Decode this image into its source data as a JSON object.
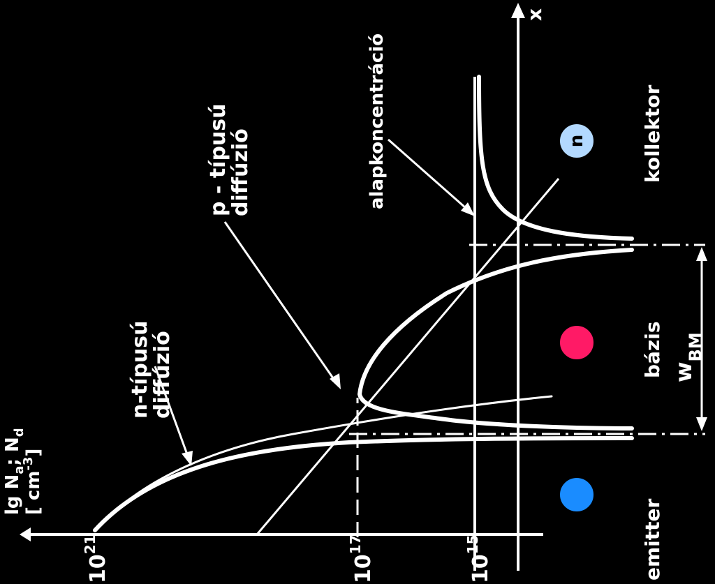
{
  "labels": {
    "y_axis_line1": "lg N",
    "y_axis_sub_a": "a",
    "y_axis_sep": "; N",
    "y_axis_sub_d": "d",
    "y_axis_unit_open": "[ cm",
    "y_axis_unit_exp": "-3",
    "y_axis_unit_close": "]",
    "x_axis": "x",
    "n_diffusion_line1": "n-típusú",
    "n_diffusion_line2": "diffúzió",
    "p_diffusion_line1": "p - típusú",
    "p_diffusion_line2": "diffúzió",
    "background_concentration": "alapkoncentráció",
    "tick_1e21_base": "10",
    "tick_1e21_exp": "21",
    "tick_1e17_base": "10",
    "tick_1e17_exp": "17",
    "tick_1e15_base": "10",
    "tick_1e15_exp": "15",
    "emitter": "emitter",
    "base": "bázis",
    "collector": "kollektor",
    "width": "w",
    "width_sub": "BM",
    "collector_carrier": "n"
  },
  "colors": {
    "background": "#000000",
    "line": "#ffffff",
    "emitter_dot": "#1a8cff",
    "base_dot": "#ff1a66",
    "collector_dot": "#b3d9ff"
  }
}
